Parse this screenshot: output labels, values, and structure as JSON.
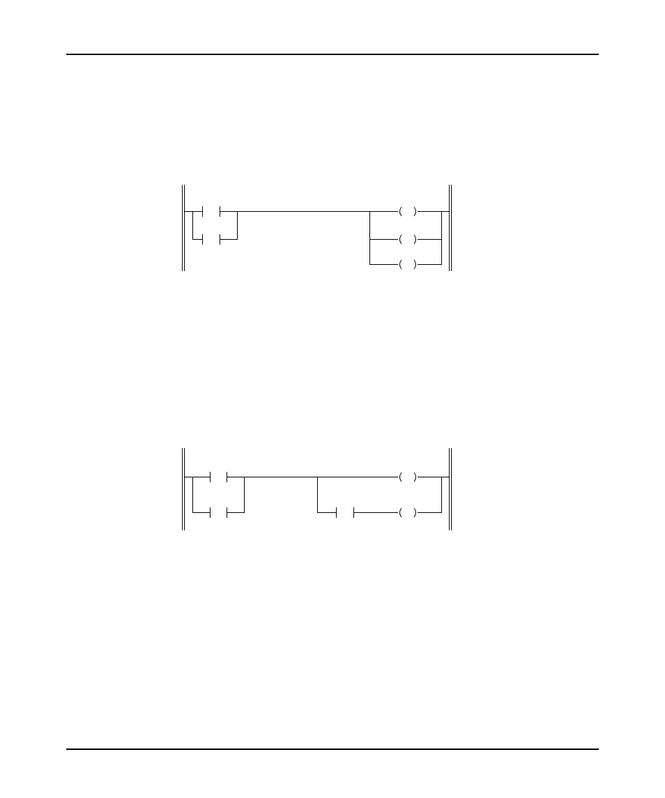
{
  "page": {
    "background": "#ffffff",
    "line_color": "#000000"
  },
  "diagrams": [
    {
      "name": "ladder-diagram-1",
      "rungs": 1,
      "parallel_contacts": 2,
      "output_coils": 3
    },
    {
      "name": "ladder-diagram-2",
      "rungs": 1,
      "parallel_contacts": 2,
      "output_coils": 2,
      "series_contacts_in_branch": 1
    }
  ]
}
